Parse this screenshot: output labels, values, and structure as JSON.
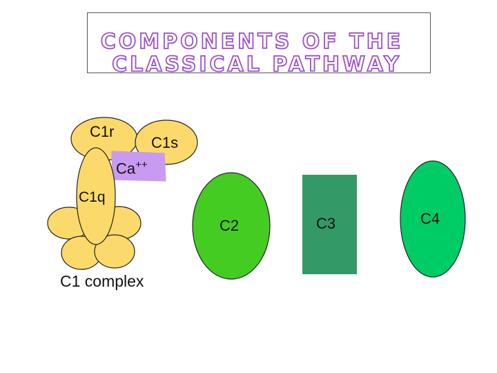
{
  "title": {
    "line1": "COMPONENTS OF THE",
    "line2": "CLASSICAL PATHWAY"
  },
  "labels": {
    "c1r": "C1r",
    "c1s": "C1s",
    "ca": "Ca",
    "ca_sup": "++",
    "c1q": "C1q",
    "c1_complex": "C1 complex",
    "c2": "C2",
    "c3": "C3",
    "c4": "C4"
  },
  "colors": {
    "c1_parts": "#fcd96b",
    "calcium": "#c99af2",
    "c2": "#44cc22",
    "c3": "#339966",
    "c4": "#00cc66",
    "title_stroke": "#9b4fd0",
    "outline": "#222222"
  }
}
